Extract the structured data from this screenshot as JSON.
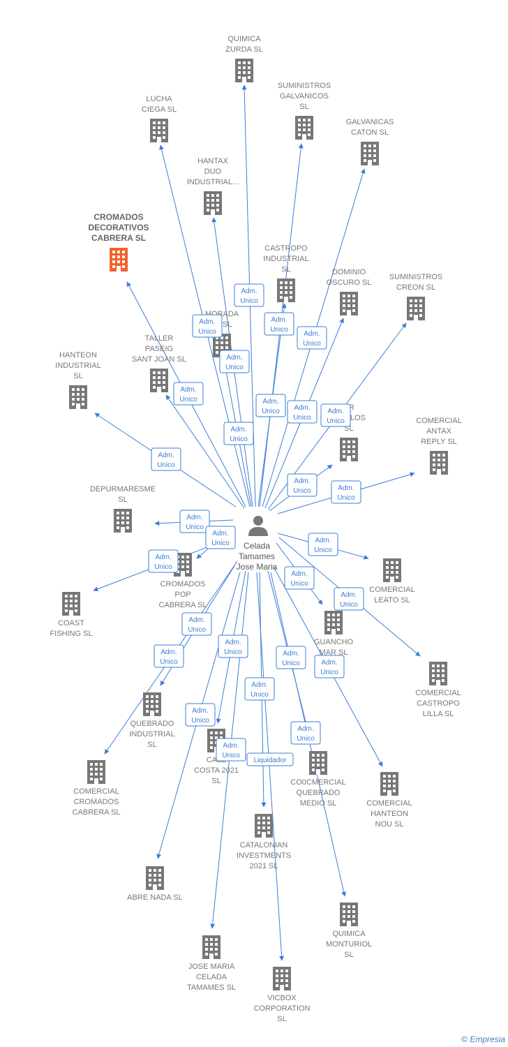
{
  "person": {
    "name_lines": [
      "Celada",
      "Tamames",
      "Jose Maria"
    ]
  },
  "colors": {
    "edge": "#3b7dd8",
    "building": "#777777",
    "building_main": "#f0632a",
    "label": "#777777",
    "person": "#777777"
  },
  "nodes": [
    {
      "id": "quimica-zurda",
      "lines": [
        "QUIMICA",
        "ZURDA  SL"
      ]
    },
    {
      "id": "lucha-ciega",
      "lines": [
        "LUCHA",
        "CIEGA  SL"
      ]
    },
    {
      "id": "suministros-galvanicos",
      "lines": [
        "SUMINISTROS",
        "GALVANICOS",
        "SL"
      ]
    },
    {
      "id": "galvanicas-caton",
      "lines": [
        "GALVANICAS",
        "CATON  SL"
      ]
    },
    {
      "id": "hantax-duo",
      "lines": [
        "HANTAX",
        "DUO",
        "INDUSTRIAL..."
      ]
    },
    {
      "id": "cromados-decorativos",
      "lines": [
        "CROMADOS",
        "DECORATIVOS",
        "CABRERA  SL"
      ],
      "main": true
    },
    {
      "id": "castropo-industrial",
      "lines": [
        "CASTROPO",
        "INDUSTRIAL",
        "SL"
      ]
    },
    {
      "id": "dominio-oscuro",
      "lines": [
        "DOMINIO",
        "OSCURO  SL"
      ]
    },
    {
      "id": "suministros-creon",
      "lines": [
        "SUMINISTROS",
        "CREON  SL"
      ]
    },
    {
      "id": "morada",
      "lines": [
        "MORADA",
        "JA  SL"
      ]
    },
    {
      "id": "taller-paseig",
      "lines": [
        "TALLER",
        "PASEIG",
        "SANT JOAN  SL"
      ]
    },
    {
      "id": "hanteon-industrial",
      "lines": [
        "HANTEON",
        "INDUSTRIAL",
        "SL"
      ]
    },
    {
      "id": "mar-pollos",
      "lines": [
        "AR",
        "D    OLLOS",
        "SL"
      ]
    },
    {
      "id": "comercial-antax",
      "lines": [
        "COMERCIAL",
        "ANTAX",
        "REPLY  SL"
      ]
    },
    {
      "id": "depurmaresme",
      "lines": [
        "DEPURMARESME",
        "SL"
      ]
    },
    {
      "id": "cromados-pop",
      "lines": [
        "CROMADOS",
        "POP",
        "CABRERA  SL"
      ]
    },
    {
      "id": "coast-fishing",
      "lines": [
        "COAST",
        "FISHING  SL"
      ]
    },
    {
      "id": "comercial-leato",
      "lines": [
        "COMERCIAL",
        "LEATO  SL"
      ]
    },
    {
      "id": "guancho-mar",
      "lines": [
        "GUANCHO",
        "MAR  SL"
      ]
    },
    {
      "id": "comercial-castropo-lilla",
      "lines": [
        "COMERCIAL",
        "CASTROPO",
        "LILLA  SL"
      ]
    },
    {
      "id": "quebrado-industrial",
      "lines": [
        "QUEBRADO",
        "INDUSTRIAL",
        "SL"
      ]
    },
    {
      "id": "caleta-costa",
      "lines": [
        "CALE",
        "COSTA 2021",
        "SL"
      ]
    },
    {
      "id": "comercial-cromados",
      "lines": [
        "COMERCIAL",
        "CROMADOS",
        "CABRERA  SL"
      ]
    },
    {
      "id": "cocomercial-quebrado",
      "lines": [
        "CO0CMERCIAL",
        "QUEBRADO",
        "MEDIO  SL"
      ]
    },
    {
      "id": "comercial-hanteon-nou",
      "lines": [
        "COMERCIAL",
        "HANTEON",
        "NOU  SL"
      ]
    },
    {
      "id": "catalonian-investments",
      "lines": [
        "CATALONIAN",
        "INVESTMENTS",
        "2021  SL"
      ]
    },
    {
      "id": "abre-nada",
      "lines": [
        "ABRE NADA  SL"
      ]
    },
    {
      "id": "quimica-monturiol",
      "lines": [
        "QUIMICA",
        "MONTURIOL",
        "SL"
      ]
    },
    {
      "id": "jose-maria-celada",
      "lines": [
        "JOSE MARIA",
        "CELADA",
        "TAMAMES  SL"
      ]
    },
    {
      "id": "vicbox",
      "lines": [
        "VICBOX",
        "CORPORATION",
        "SL"
      ]
    }
  ],
  "role_labels": {
    "adm": [
      "Adm.",
      "Unico"
    ],
    "liquidador": "Liquidador"
  },
  "footer": {
    "copyright": "©",
    "brand": "Empresia"
  }
}
